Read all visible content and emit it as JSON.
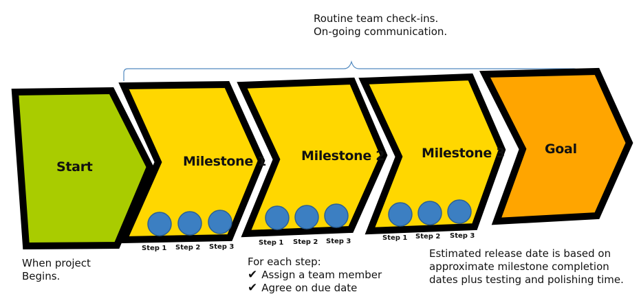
{
  "header": {
    "line1": "Routine team check-ins.",
    "line2": "On-going communication."
  },
  "stages": [
    {
      "label": "Start",
      "color": "#A9CC00",
      "steps": []
    },
    {
      "label": "Milestone 1",
      "color": "#FFD700",
      "steps": [
        "Step 1",
        "Step 2",
        "Step 3"
      ]
    },
    {
      "label": "Milestone 2",
      "color": "#FFD700",
      "steps": [
        "Step 1",
        "Step 2",
        "Step 3"
      ]
    },
    {
      "label": "Milestone 3",
      "color": "#FFD700",
      "steps": [
        "Step 1",
        "Step 2",
        "Step 3"
      ]
    },
    {
      "label": "Goal",
      "color": "#FFA500",
      "steps": []
    }
  ],
  "colors": {
    "outline": "#000000",
    "step_circle": "#3C7FC2",
    "step_circle_border": "#2A5F95",
    "bracket": "#4F88BF"
  },
  "notes": {
    "start": {
      "line1": "When project",
      "line2": "Begins."
    },
    "milestone2": {
      "title": "For each step:",
      "checks": [
        {
          "icon": "check-icon",
          "text": "Assign a team member"
        },
        {
          "icon": "check-icon",
          "text": "Agree on due date"
        }
      ]
    },
    "goal": {
      "line1": "Estimated release date is based on",
      "line2": "approximate milestone completion",
      "line3": "dates plus testing and polishing time."
    }
  }
}
